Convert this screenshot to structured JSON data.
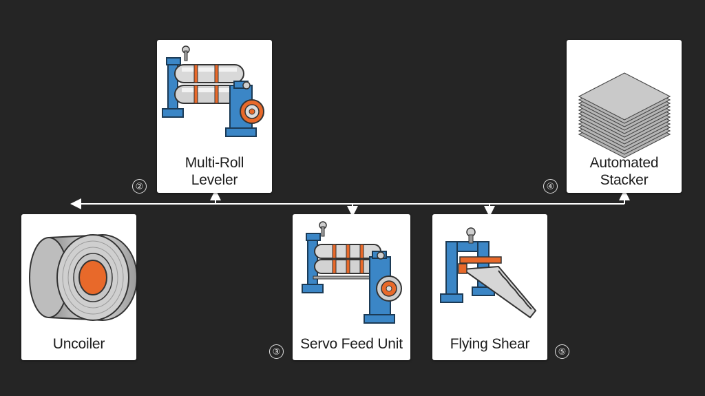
{
  "stations": {
    "uncoiler": {
      "label": "Uncoiler",
      "icon": "steel-coil-icon"
    },
    "leveler": {
      "label": "Multi-Roll\nLeveler",
      "icon": "roll-leveler-icon"
    },
    "feed": {
      "label": "Servo Feed Unit",
      "icon": "servo-feed-icon"
    },
    "shear": {
      "label": "Flying Shear",
      "icon": "flying-shear-icon"
    },
    "stacker": {
      "label": "Automated\nStacker",
      "icon": "sheet-stack-icon"
    }
  },
  "badges": {
    "leveler": "②",
    "feed": "③",
    "stacker": "④",
    "shear": "⑤"
  },
  "colors": {
    "background": "#252525",
    "card": "#ffffff",
    "frame_blue": "#3b86c6",
    "accent_orange": "#e8692a",
    "connector": "#ffffff"
  }
}
